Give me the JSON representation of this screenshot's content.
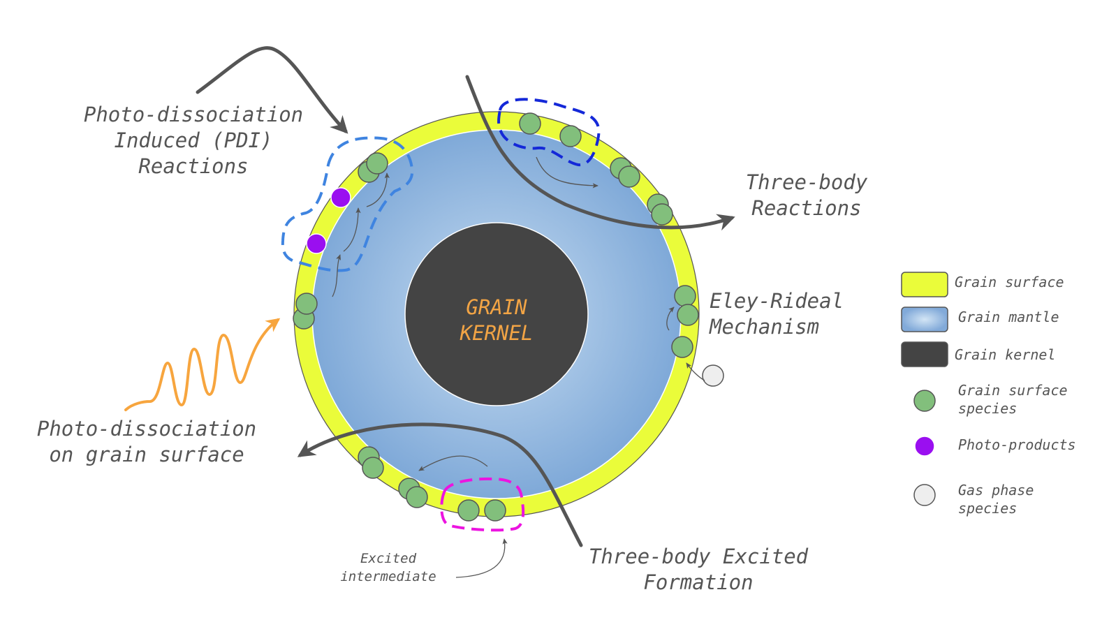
{
  "kernel_label": {
    "line1": "GRAIN",
    "line2": "KERNEL"
  },
  "labels": {
    "pdi": [
      "Photo-dissociation",
      "Induced (PDI)",
      "Reactions"
    ],
    "three_body": [
      "Three-body",
      "Reactions"
    ],
    "eley_rideal": [
      "Eley-Rideal",
      "Mechanism"
    ],
    "photo_surface": [
      "Photo-dissociation",
      "on grain surface"
    ],
    "three_body_excited": [
      "Three-body Excited",
      "Formation"
    ],
    "excited_intermediate": [
      "Excited",
      "intermediate"
    ]
  },
  "legend": [
    {
      "label": "Grain surface"
    },
    {
      "label": "Grain mantle"
    },
    {
      "label": "Grain kernel"
    },
    {
      "label": [
        "Grain surface",
        "species"
      ]
    },
    {
      "label": "Photo-products"
    },
    {
      "label": [
        "Gas phase",
        "species"
      ]
    }
  ],
  "colors": {
    "surface": "#eafc3a",
    "mantle_center": "#c6dcf1",
    "mantle_edge": "#7fa9d8",
    "kernel": "#444444",
    "species": "#82bf7c",
    "photo_product": "#9a0ff0",
    "gas_species": "#eeeeee",
    "pdi_outline": "#3f84e0",
    "three_body_outline": "#1428d8",
    "excited_outline": "#ec14e0",
    "photon": "#f7a53e",
    "arrow": "#555555"
  }
}
